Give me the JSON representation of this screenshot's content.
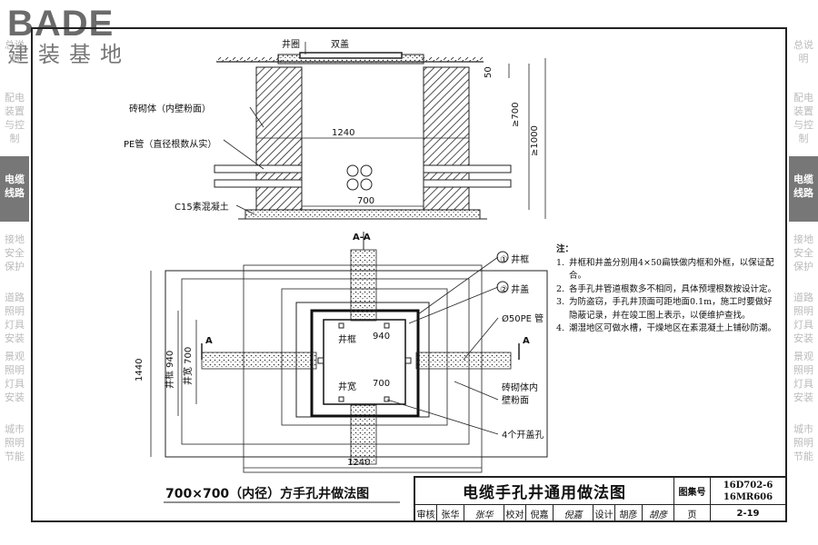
{
  "logo": {
    "brand": "BADE",
    "sub": "建装基地"
  },
  "side_tabs_left": [
    "总说明",
    "配电装置与控制",
    "电缆线路",
    "接地安全保护",
    "道路照明灯具安装",
    "景观照明灯具安装",
    "城市照明节能"
  ],
  "side_tabs_right": [
    "总说明",
    "配电装置与控制",
    "电缆线路",
    "接地安全保护",
    "道路照明灯具安装",
    "景观照明灯具安装",
    "城市照明节能"
  ],
  "active_tab": "电缆线路",
  "section": {
    "well_ring": "井圈",
    "double_cover": "双盖",
    "masonry": "砖砌体（内壁粉面）",
    "pe_pipe": "PE管（直径根数从实）",
    "concrete": "C15素混凝土",
    "dim_width": "1240",
    "dim_inner": "700",
    "dim_50": "50",
    "dim_700": "≥700",
    "dim_1000": "≥1000"
  },
  "plan": {
    "section_mark": "A-A",
    "frame_label": "① 井框",
    "cover_label": "② 井盖",
    "pipe_label": "Ø50PE 管",
    "masonry_label_1": "砖砌体内",
    "masonry_label_2": "壁粉面",
    "holes_label": "4个开盖孔",
    "frame_text": "井框",
    "frame_dim": "940",
    "width_text": "井宽",
    "width_dim": "700",
    "dim_1440": "1440",
    "dim_940_left": "井框 940",
    "dim_700_left": "井宽 700",
    "dim_1240_bottom": "1240",
    "a_left": "A",
    "a_right": "A"
  },
  "notes": {
    "title": "注：",
    "items": [
      "井框和井盖分别用4×50扁铁做内框和外框，以保证配合。",
      "各手孔井管道根数多不相同，具体预埋根数按设计定。",
      "为防盗窃，手孔井顶面可距地面0.1m，施工时要做好隐蔽记录，并在竣工图上表示，以便维护查找。",
      "潮湿地区可做水槽，干燥地区在素混凝土上铺砂防潮。"
    ]
  },
  "caption": "700×700（内径）方手孔井做法图",
  "title_block": {
    "title": "电缆手孔井通用做法图",
    "atlas_label": "图集号",
    "atlas_no_1": "16D702-6",
    "atlas_no_2": "16MR606",
    "review_label": "审核",
    "review_name": "张华",
    "review_sig": "张华",
    "check_label": "校对",
    "check_name": "倪嘉",
    "check_sig": "倪嘉",
    "design_label": "设计",
    "design_name": "胡彦",
    "design_sig": "胡彦",
    "page_label": "页",
    "page_no": "2-19"
  }
}
